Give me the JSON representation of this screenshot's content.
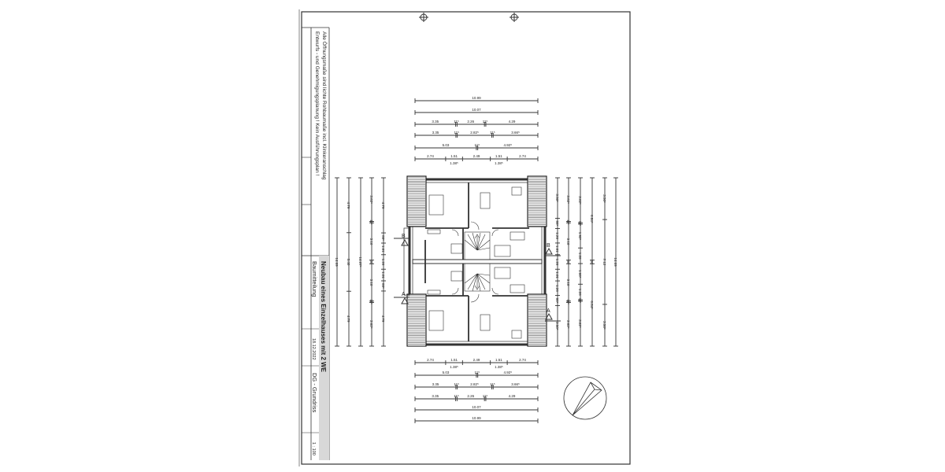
{
  "title_block": {
    "note_1": "Entwurfs - und Genehmigungsplanung ! Kein Ausführungsplan !",
    "note_2": "Alle Öffnungsmaße sind lichte Rohbaumaße incl. Klinkeranschlag",
    "project": "Neubau eines Einzelhauses mit 2 WE",
    "phase": "Baumitteilung",
    "date": "18.12.2022",
    "content": "DG - Grundriss",
    "scale": "1 : 100"
  },
  "sections": {
    "a": "A",
    "b": "B"
  },
  "dimensions": {
    "top": [
      [
        {
          "l": "10.99",
          "v": 10.99
        }
      ],
      [
        {
          "l": "10.07",
          "v": 10.07
        }
      ],
      [
        {
          "l": "3.35",
          "v": 3.35
        },
        {
          "l": "11⁵",
          "v": 0.115
        },
        {
          "l": "2.26",
          "v": 2.26
        },
        {
          "l": "11⁵",
          "v": 0.115
        },
        {
          "l": "4.29",
          "v": 4.29
        }
      ],
      [
        {
          "l": "3.35",
          "v": 3.35
        },
        {
          "l": "11⁵",
          "v": 0.115
        },
        {
          "l": "2.82⁵",
          "v": 2.825
        },
        {
          "l": "11⁵",
          "v": 0.115
        },
        {
          "l": "3.66⁵",
          "v": 3.665
        }
      ],
      [
        {
          "l": "5.03",
          "v": 5.03
        },
        {
          "l": "11⁵",
          "v": 0.115
        },
        {
          "l": "4.92⁵",
          "v": 4.925
        }
      ],
      [
        {
          "l": "2.74",
          "v": 2.74
        },
        {
          "l": "1.51",
          "v": 1.51,
          "sub": "1.38⁵"
        },
        {
          "l": "2.49",
          "v": 2.49
        },
        {
          "l": "1.51",
          "v": 1.51,
          "sub": "1.38⁵"
        },
        {
          "l": "2.74",
          "v": 2.74
        }
      ]
    ],
    "bottom": [
      [
        {
          "l": "2.74",
          "v": 2.74
        },
        {
          "l": "1.51",
          "v": 1.51,
          "sub": "1.38⁵"
        },
        {
          "l": "2.49",
          "v": 2.49
        },
        {
          "l": "1.51",
          "v": 1.51,
          "sub": "1.38⁵"
        },
        {
          "l": "2.74",
          "v": 2.74
        }
      ],
      [
        {
          "l": "5.03",
          "v": 5.03
        },
        {
          "l": "11⁵",
          "v": 0.115
        },
        {
          "l": "4.92⁵",
          "v": 4.925
        }
      ],
      [
        {
          "l": "3.35",
          "v": 3.35
        },
        {
          "l": "11⁵",
          "v": 0.115
        },
        {
          "l": "2.82⁵",
          "v": 2.825
        },
        {
          "l": "11⁵",
          "v": 0.115
        },
        {
          "l": "3.66⁵",
          "v": 3.665
        }
      ],
      [
        {
          "l": "3.35",
          "v": 3.35
        },
        {
          "l": "11⁵",
          "v": 0.115
        },
        {
          "l": "2.26",
          "v": 2.26
        },
        {
          "l": "11⁵",
          "v": 0.115
        },
        {
          "l": "4.29",
          "v": 4.29
        }
      ],
      [
        {
          "l": "10.07",
          "v": 10.07
        }
      ],
      [
        {
          "l": "10.99",
          "v": 10.99
        }
      ]
    ],
    "left": [
      [
        {
          "l": "14.69",
          "v": 14.69
        }
      ],
      [
        {
          "l": "4.79",
          "v": 4.79
        },
        {
          "l": "5.40",
          "v": 5.11
        },
        {
          "l": "4.79",
          "v": 4.79
        }
      ],
      [
        {
          "l": "14.07⁵",
          "v": 14.075
        }
      ],
      [
        {
          "l": "3.62⁵",
          "v": 3.625
        },
        {
          "l": "11⁵",
          "v": 0.115
        },
        {
          "l": "3.10",
          "v": 3.1
        },
        {
          "l": "30",
          "v": 0.3
        },
        {
          "l": "3.10",
          "v": 3.1
        },
        {
          "l": "11⁵",
          "v": 0.115
        },
        {
          "l": "3.62⁵",
          "v": 3.625
        }
      ],
      [
        {
          "l": "4.79",
          "v": 4.79
        },
        {
          "l": "88⁵",
          "v": 0.885
        },
        {
          "l": "1.01",
          "v": 1.01
        },
        {
          "l": "1.26",
          "v": 1.26
        },
        {
          "l": "1.01",
          "v": 1.01
        },
        {
          "l": "88⁵",
          "v": 0.885
        },
        {
          "l": "4.79",
          "v": 4.79
        }
      ]
    ],
    "right": [
      [
        {
          "l": "3.50⁵",
          "v": 3.505
        },
        {
          "l": "88⁵",
          "v": 0.885
        },
        {
          "l": "1.26",
          "v": 1.26
        },
        {
          "l": "1.01",
          "v": 1.01
        },
        {
          "l": "1.26",
          "v": 1.26
        },
        {
          "l": "1.01",
          "v": 1.01
        },
        {
          "l": "1.26",
          "v": 1.26
        },
        {
          "l": "88⁵",
          "v": 0.885
        },
        {
          "l": "3.50⁵",
          "v": 3.505
        }
      ],
      [
        {
          "l": "3.62⁵",
          "v": 3.625
        },
        {
          "l": "11⁵",
          "v": 0.115
        },
        {
          "l": "3.10",
          "v": 3.1
        },
        {
          "l": "30",
          "v": 0.3
        },
        {
          "l": "3.10",
          "v": 3.1
        },
        {
          "l": "11⁵",
          "v": 0.115
        },
        {
          "l": "3.62⁵",
          "v": 3.625
        }
      ],
      [
        {
          "l": "3.62⁵",
          "v": 3.625
        },
        {
          "l": "11⁵",
          "v": 0.115
        },
        {
          "l": "1.92⁵",
          "v": 1.925
        },
        {
          "l": "1.26",
          "v": 1.26
        },
        {
          "l": "1.66⁵",
          "v": 1.665
        },
        {
          "l": "1.26",
          "v": 1.26
        },
        {
          "l": "11⁵",
          "v": 0.115
        },
        {
          "l": "3.62⁵",
          "v": 3.625
        }
      ],
      [
        {
          "l": "6.84⁵",
          "v": 6.845
        },
        {
          "l": "30",
          "v": 0.3
        },
        {
          "l": "6.84⁵",
          "v": 6.845
        }
      ],
      [
        {
          "l": "3.50⁵",
          "v": 3.505
        },
        {
          "l": "7.12",
          "v": 7.12
        },
        {
          "l": "3.50⁵",
          "v": 3.505
        }
      ],
      [
        {
          "l": "14.69",
          "v": 14.69
        }
      ]
    ]
  }
}
